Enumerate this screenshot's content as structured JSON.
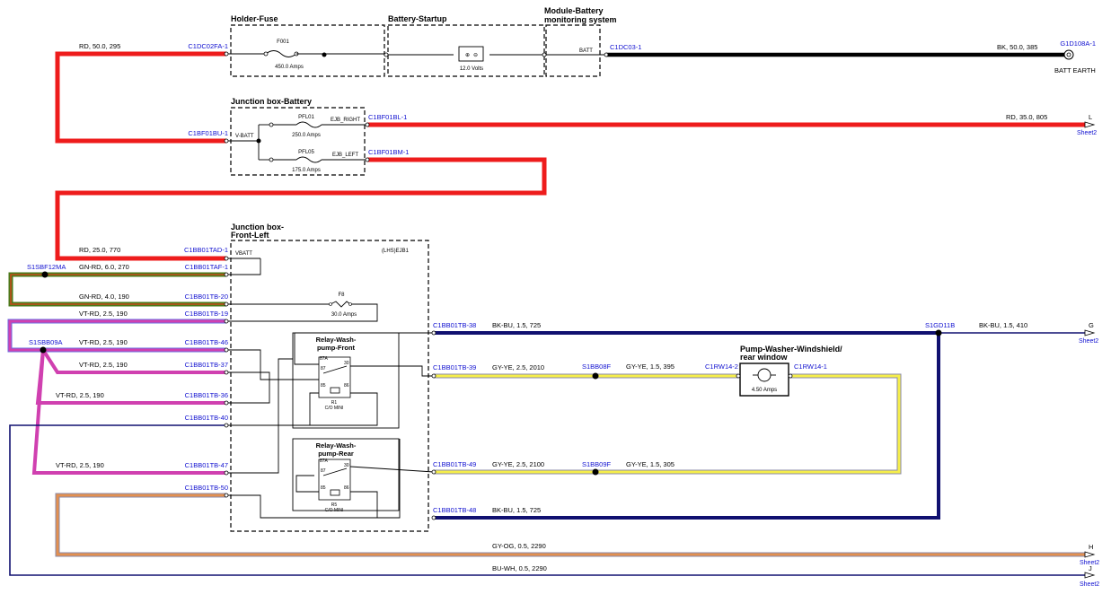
{
  "boxes": {
    "holder_fuse": "Holder-Fuse",
    "battery_startup": "Battery-Startup",
    "module_battery_1": "Module-Battery",
    "module_battery_2": "monitoring system",
    "jb_battery": "Junction box-Battery",
    "jb_front_left_1": "Junction box-",
    "jb_front_left_2": "Front-Left",
    "jb_front_left_id": "(LHS)EJB1",
    "relay_front_1": "Relay-Wash-",
    "relay_front_2": "pump-Front",
    "relay_rear_1": "Relay-Wash-",
    "relay_rear_2": "pump-Rear",
    "pump_1": "Pump-Washer-Windshield/",
    "pump_2": "rear window"
  },
  "components": {
    "f001": "F001",
    "f001_rating": "450.0 Amps",
    "battery_rating": "12.0 Volts",
    "batt_pin": "BATT",
    "vbatt_pin": "V-BATT",
    "pfl01": "PFL01",
    "pfl01_rating": "250.0 Amps",
    "pfl05": "PFL05",
    "pfl05_rating": "175.0 Amps",
    "ejb_right": "EJB_RIGHT",
    "ejb_left": "EJB_LEFT",
    "vbatt2": "VBATT",
    "f8": "F8",
    "f8_rating": "30.0 Amps",
    "r1": "R1",
    "r1_type": "C/O MINI",
    "r5": "R5",
    "r5_type": "C/O MINI",
    "pin_87a": "87A",
    "pin_87": "87",
    "pin_30": "30",
    "pin_85": "85",
    "pin_86": "86",
    "pump_rating": "4.50 Amps",
    "batt_earth": "BATT EARTH"
  },
  "connectors": {
    "c1dc02fa": "C1DC02FA-1",
    "c1dc03": "C1DC03-1",
    "g1d108a": "G1D108A-1",
    "c1bf01bu": "C1BF01BU-1",
    "c1bf01bl": "C1BF01BL-1",
    "c1bf01bm": "C1BF01BM-1",
    "c1bb01tad": "C1BB01TAD-1",
    "c1bb01taf": "C1BB01TAF-1",
    "c1bb01tb20": "C1BB01TB-20",
    "c1bb01tb19": "C1BB01TB-19",
    "c1bb01tb46": "C1BB01TB-46",
    "c1bb01tb37": "C1BB01TB-37",
    "c1bb01tb36": "C1BB01TB-36",
    "c1bb01tb40": "C1BB01TB-40",
    "c1bb01tb47": "C1BB01TB-47",
    "c1bb01tb50": "C1BB01TB-50",
    "c1bb01tb38": "C1BB01TB-38",
    "c1bb01tb39": "C1BB01TB-39",
    "c1bb01tb49": "C1BB01TB-49",
    "c1bb01tb48": "C1BB01TB-48",
    "s1bb08f": "S1BB08F",
    "s1bb09f": "S1BB09F",
    "c1rw14_2": "C1RW14-2",
    "c1rw14_1": "C1RW14-1",
    "s1gd11b": "S1GD11B",
    "s1sbf12ma": "S1SBF12MA",
    "s1sbb09a": "S1SBB09A"
  },
  "wires": {
    "w1": "RD,  50.0,  295",
    "w2": "BK,  50.0,  385",
    "w3": "RD,  35.0,  805",
    "w4": "RD,  25.0,  770",
    "w5": "GN-RD,  6.0,  270",
    "w6": "GN-RD,  4.0,  190",
    "w7": "VT-RD,  2.5,  190",
    "w8": "VT-RD,  2.5,  190",
    "w9": "VT-RD,  2.5,  190",
    "w10": "VT-RD,  2.5,  190",
    "w11": "VT-RD,  2.5,  190",
    "w12": "BK-BU,  1.5,  725",
    "w13": "BK-BU,  1.5,  410",
    "w14": "GY-YE,  2.5,  2010",
    "w15": "GY-YE,  1.5,  395",
    "w16": "GY-YE,  2.5,  2100",
    "w17": "GY-YE,  1.5,  305",
    "w18": "BK-BU,  1.5,  725",
    "w19": "GY-OG,  0.5,  2290",
    "w20": "BU-WH,  0.5,  2290"
  },
  "sheets": {
    "l": "L",
    "g": "G",
    "h": "H",
    "j": "J",
    "sheet": "Sheet2"
  },
  "colors": {
    "red": "#ee1c1c",
    "black": "#000000",
    "green": "#4a7a1a",
    "violet": "#d040b0",
    "navy": "#101070",
    "yellow": "#f6ef4a",
    "orange": "#e39050",
    "connector": "#1010d0"
  }
}
